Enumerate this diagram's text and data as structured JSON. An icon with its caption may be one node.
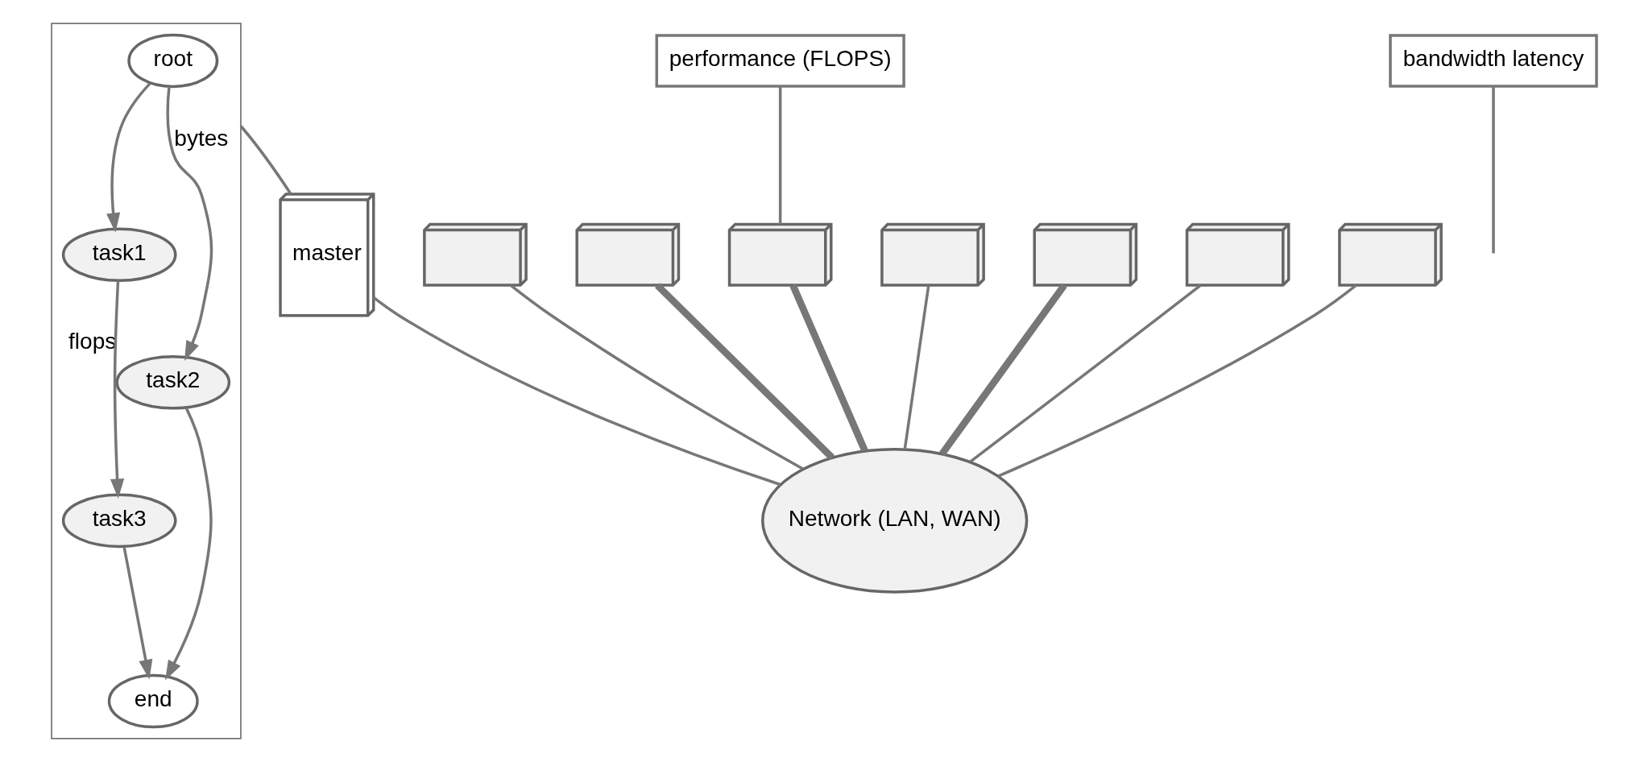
{
  "diagram": {
    "nodes": [
      {
        "text": [],
        "shape": "box"
      },
      {
        "text": [
          "root"
        ],
        "in": 0
      },
      {
        "text": [
          "task1"
        ],
        "in": 0
      },
      {
        "text": [
          "task2"
        ],
        "in": 0,
        "beside": [
          "flops"
        ]
      },
      {
        "text": [
          "task3"
        ],
        "in": 0
      },
      {
        "text": [
          "end"
        ],
        "in": 0
      },
      {
        "text": [
          "Network (LAN, WAN)"
        ]
      },
      {
        "text": [
          "master"
        ]
      },
      {
        "text": [],
        "shape": "box"
      },
      {
        "text": [],
        "shape": "box"
      },
      {
        "text": [],
        "shape": "box"
      },
      {
        "text": [],
        "shape": "box"
      },
      {
        "text": [],
        "shape": "box"
      },
      {
        "text": [],
        "shape": "box"
      },
      {
        "text": [],
        "shape": "box"
      },
      {
        "text": [
          "performance (FLOPS)"
        ]
      },
      {
        "text": [
          "bandwidth latency"
        ]
      }
    ],
    "edges": [
      {
        "from": 1,
        "to": 2,
        "arrow": "to"
      },
      {
        "from": 1,
        "to": 3,
        "arrow": "to",
        "label": "bytes"
      },
      {
        "from": 2,
        "to": 4,
        "arrow": "to"
      },
      {
        "from": 4,
        "to": 5,
        "arrow": "to"
      },
      {
        "from": 3,
        "to": 5,
        "arrow": "to"
      },
      {
        "from": 0,
        "to": 7,
        "arrow": "none"
      },
      {
        "from": 7,
        "to": 6,
        "arrow": "none"
      },
      {
        "from": 8,
        "to": 6,
        "arrow": "none"
      },
      {
        "from": 9,
        "to": 6,
        "arrow": "none",
        "style": "thick"
      },
      {
        "from": 10,
        "to": 6,
        "arrow": "none",
        "style": "thick"
      },
      {
        "from": 11,
        "to": 6,
        "arrow": "none"
      },
      {
        "from": 12,
        "to": 6,
        "arrow": "none",
        "style": "thick"
      },
      {
        "from": 13,
        "to": 6,
        "arrow": "none"
      },
      {
        "from": 14,
        "to": 6,
        "arrow": "none"
      },
      {
        "from": 15,
        "to": 10,
        "arrow": "none"
      },
      {
        "from": 16,
        "to": null,
        "arrow": "none"
      }
    ]
  }
}
